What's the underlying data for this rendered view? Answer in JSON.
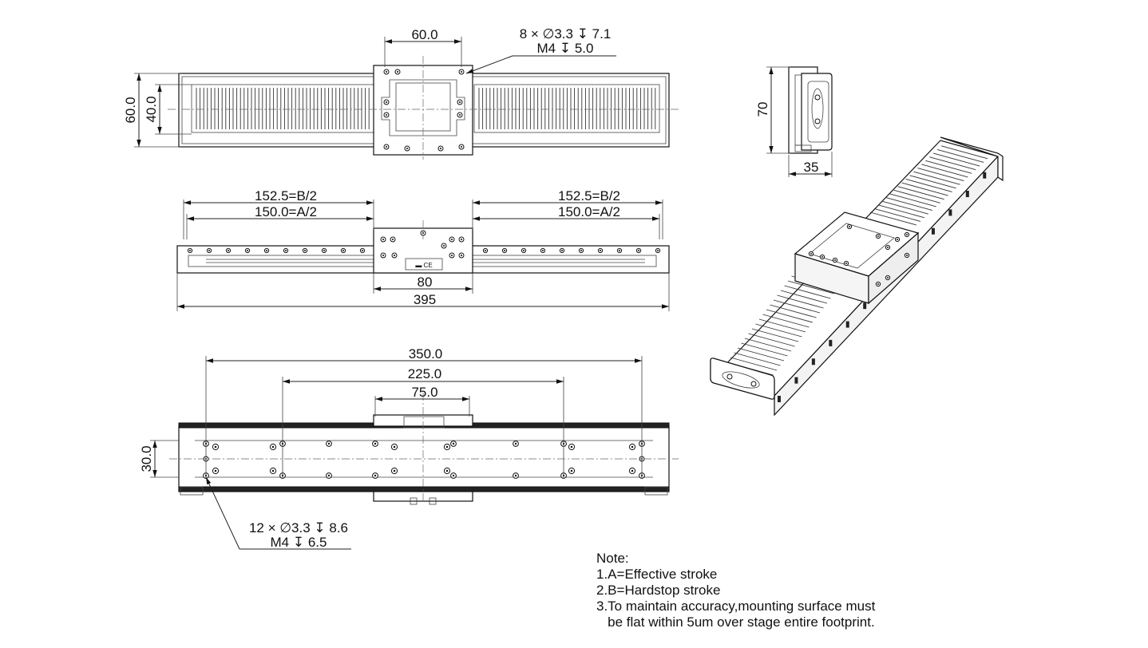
{
  "top_view": {
    "width_label": "60.0",
    "hole_callout_line1": "8 × ∅3.3 ↧ 7.1",
    "hole_callout_line2": "M4 ↧ 5.0",
    "height_outer_label": "60.0",
    "height_inner_label": "40.0"
  },
  "front_view": {
    "left_b_label": "152.5=B/2",
    "left_a_label": "150.0=A/2",
    "right_b_label": "152.5=B/2",
    "right_a_label": "150.0=A/2",
    "carriage_width_label": "80",
    "total_length_label": "395"
  },
  "bottom_view": {
    "span_outer_label": "350.0",
    "span_mid_label": "225.0",
    "span_inner_label": "75.0",
    "side_height_label": "30.0",
    "hole_callout_line1": "12 × ∅3.3 ↧ 8.6",
    "hole_callout_line2": "M4 ↧ 6.5"
  },
  "side_view": {
    "height_label": "70",
    "width_label": "35"
  },
  "notes": {
    "title": "Note:",
    "line1": "1.A=Effective stroke",
    "line2": "2.B=Hardstop stroke",
    "line3": "3.To maintain accuracy,mounting surface must",
    "line4": "   be flat within 5um over stage entire footprint."
  }
}
